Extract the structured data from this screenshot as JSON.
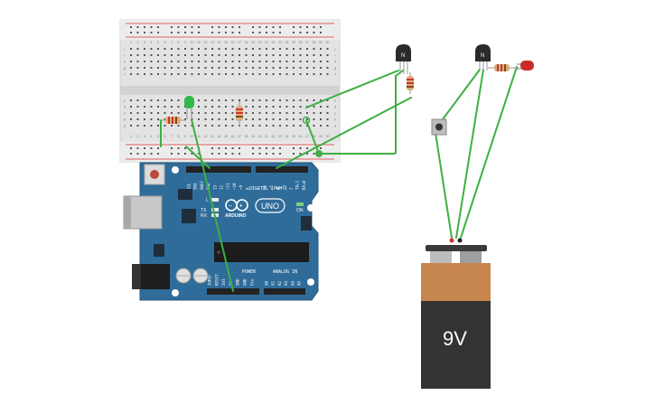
{
  "breadboard": {
    "top_numbers": [
      "1",
      "2",
      "3",
      "4",
      "5",
      "6",
      "7",
      "8",
      "9",
      "10",
      "11",
      "12",
      "13",
      "14",
      "15",
      "16",
      "17",
      "18",
      "19",
      "20",
      "21",
      "22",
      "23",
      "24",
      "25",
      "26",
      "27",
      "28",
      "29",
      "30"
    ],
    "row_letters_top": [
      "j",
      "i",
      "h",
      "g",
      "f"
    ],
    "row_letters_bottom": [
      "e",
      "d",
      "c",
      "b",
      "a"
    ]
  },
  "arduino": {
    "brand": "ARDUINO",
    "model": "UNO",
    "on_label": "ON",
    "tx_label": "TX",
    "rx_label": "RX",
    "l_label": "L",
    "digital_label": "DIGITAL (PWM~)",
    "power_label": "POWER",
    "analog_label": "ANALOG IN",
    "top_pins": [
      "SCL",
      "SDA",
      "AREF",
      "GND",
      "13",
      "12",
      "~11",
      "~10",
      "~9",
      "8",
      "7",
      "~6",
      "~5",
      "4",
      "~3",
      "2",
      "TX▸1",
      "RX◂0"
    ],
    "bottom_pins": [
      "IOREF",
      "RESET",
      "3V3",
      "5V",
      "GND",
      "GND",
      "Vin",
      "A0",
      "A1",
      "A2",
      "A3",
      "A4",
      "A5"
    ]
  },
  "transistor_left": {
    "label": "N"
  },
  "transistor_right": {
    "label": "N"
  },
  "battery": {
    "label": "9V"
  },
  "colors": {
    "wire": "#3cb043",
    "board_blue": "#2f6c9a",
    "breadboard": "#e2e2e2",
    "battery_copper": "#c8864f",
    "battery_body": "#333333"
  }
}
